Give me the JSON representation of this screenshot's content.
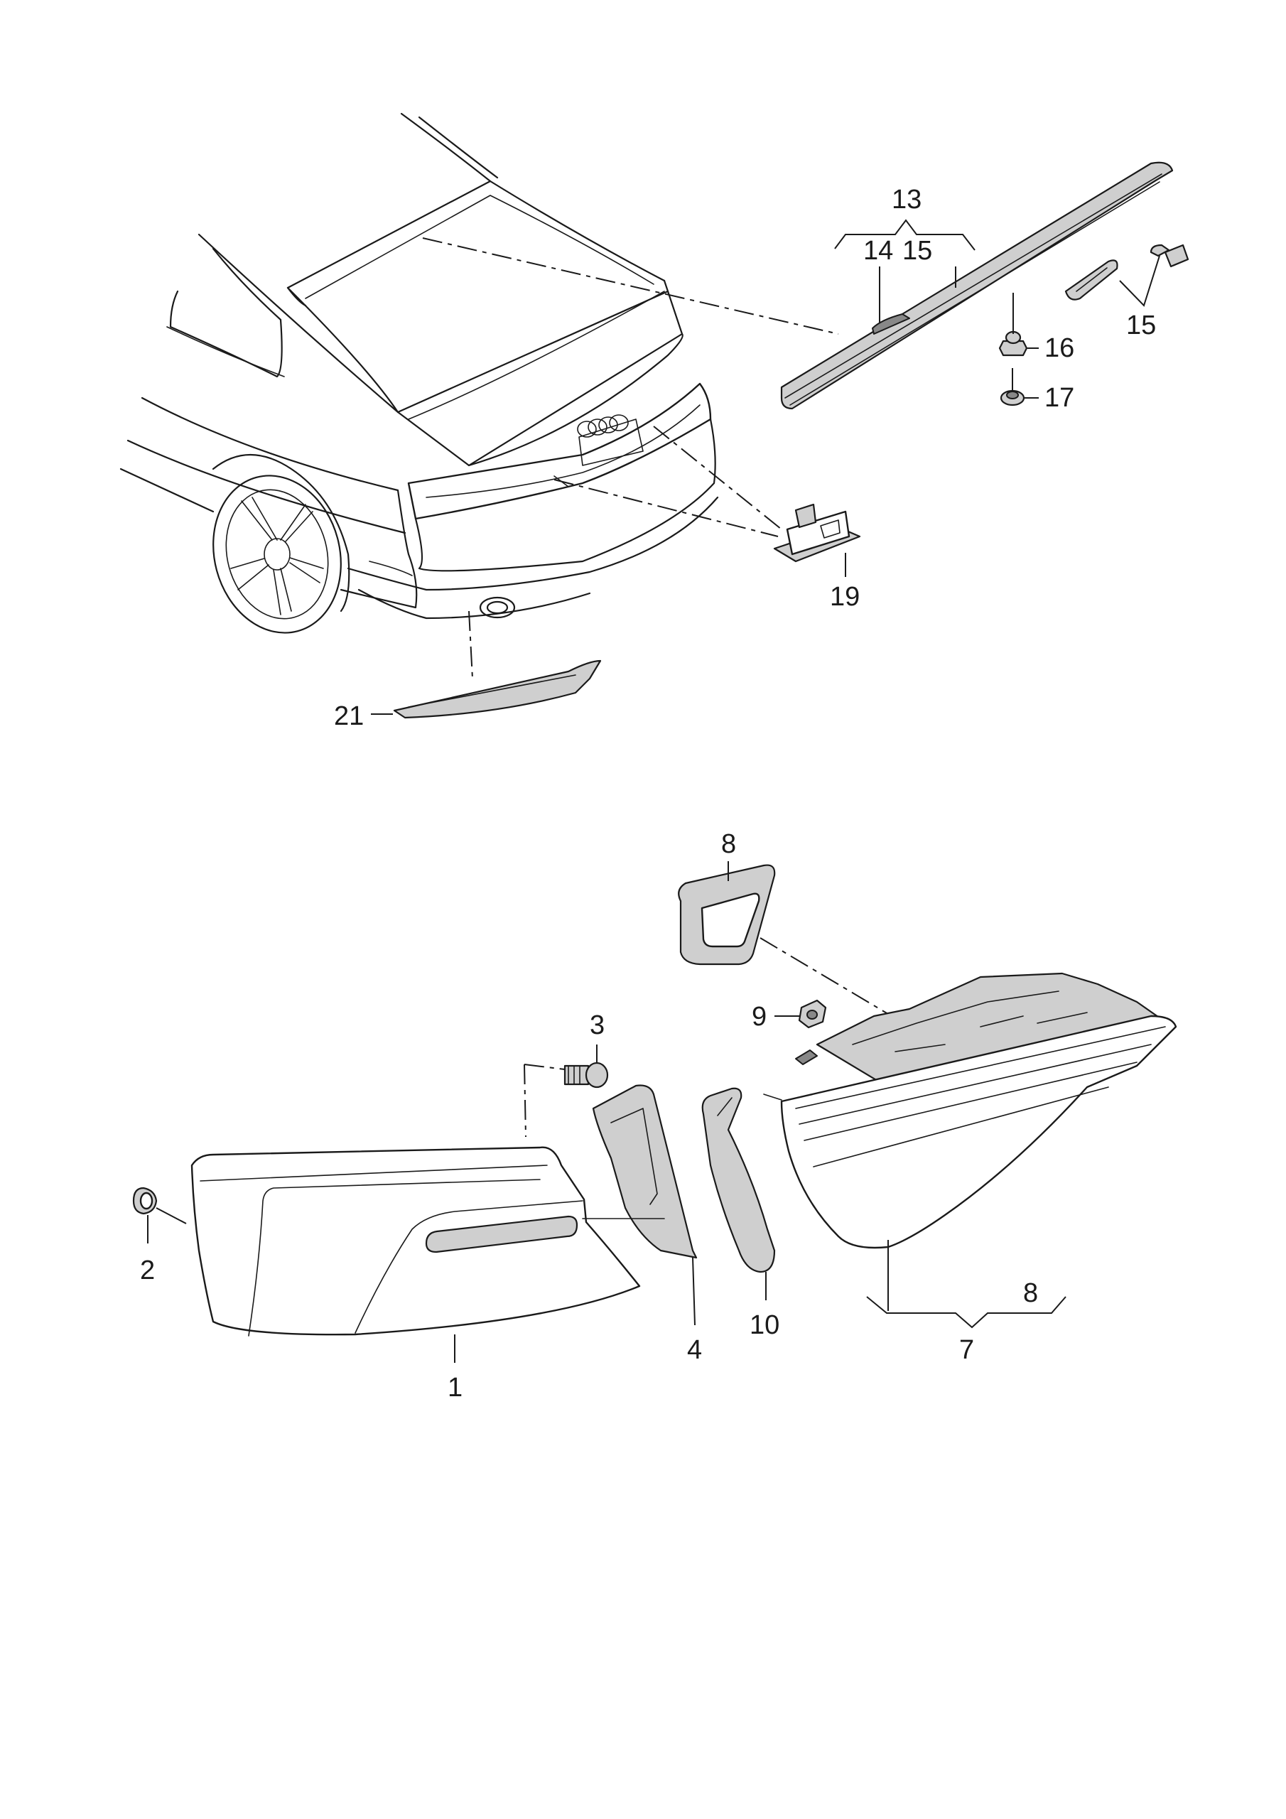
{
  "callouts": {
    "c1": "1",
    "c2": "2",
    "c3": "3",
    "c4": "4",
    "c7": "7",
    "c8_top": "8",
    "c8_right": "8",
    "c9": "9",
    "c10": "10",
    "c13": "13",
    "c14": "14",
    "c15_left": "15",
    "c15_right": "15",
    "c16": "16",
    "c17": "17",
    "c19": "19",
    "c21": "21"
  },
  "colors": {
    "line": "#1a1a1a",
    "part_fill": "#cfcfcf",
    "background": "#ffffff"
  }
}
